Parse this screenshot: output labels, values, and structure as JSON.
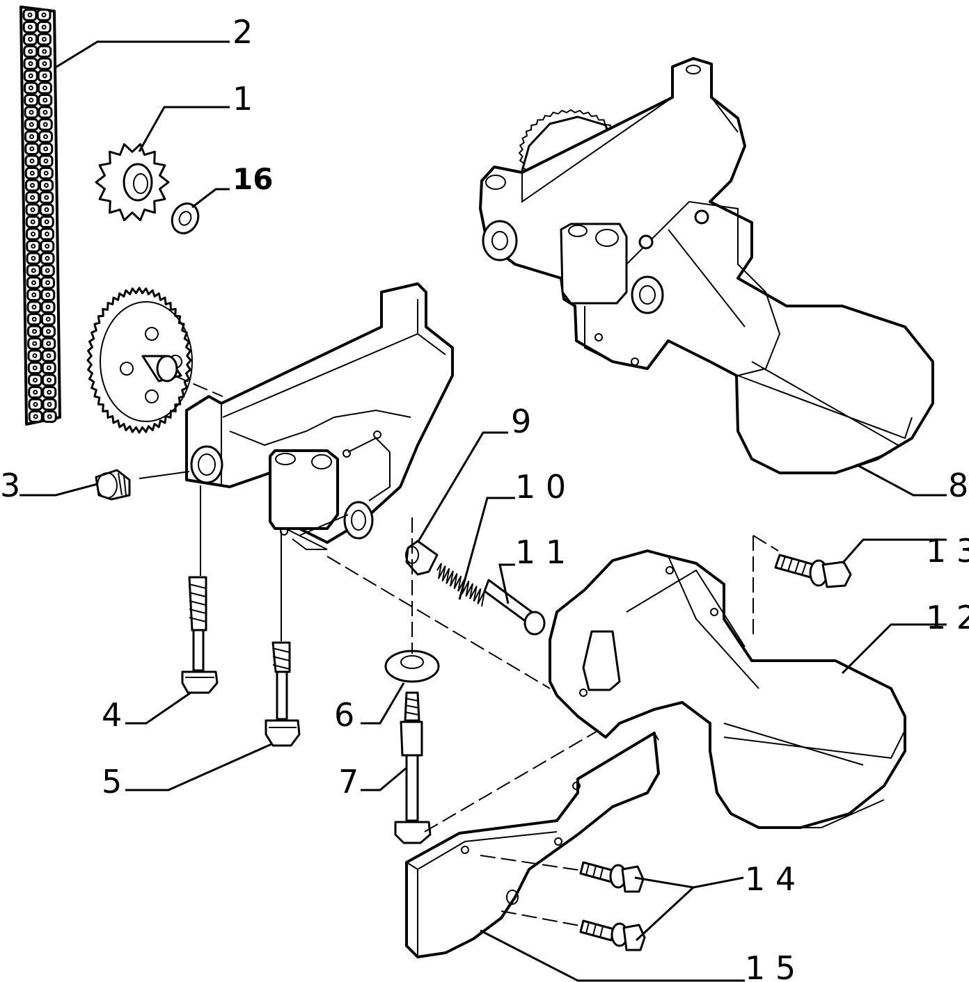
{
  "callouts": [
    {
      "id": "2",
      "text": "2"
    },
    {
      "id": "1",
      "text": "1"
    },
    {
      "id": "16",
      "text": "16"
    },
    {
      "id": "3",
      "text": "3"
    },
    {
      "id": "9",
      "text": "9"
    },
    {
      "id": "10",
      "text": "1 0"
    },
    {
      "id": "11",
      "text": "1 1"
    },
    {
      "id": "8",
      "text": "8"
    },
    {
      "id": "13",
      "text": "1 3"
    },
    {
      "id": "12",
      "text": "1 2"
    },
    {
      "id": "4",
      "text": "4"
    },
    {
      "id": "5",
      "text": "5"
    },
    {
      "id": "6",
      "text": "6"
    },
    {
      "id": "7",
      "text": "7"
    },
    {
      "id": "14",
      "text": "1 4"
    },
    {
      "id": "15",
      "text": "1 5"
    }
  ]
}
